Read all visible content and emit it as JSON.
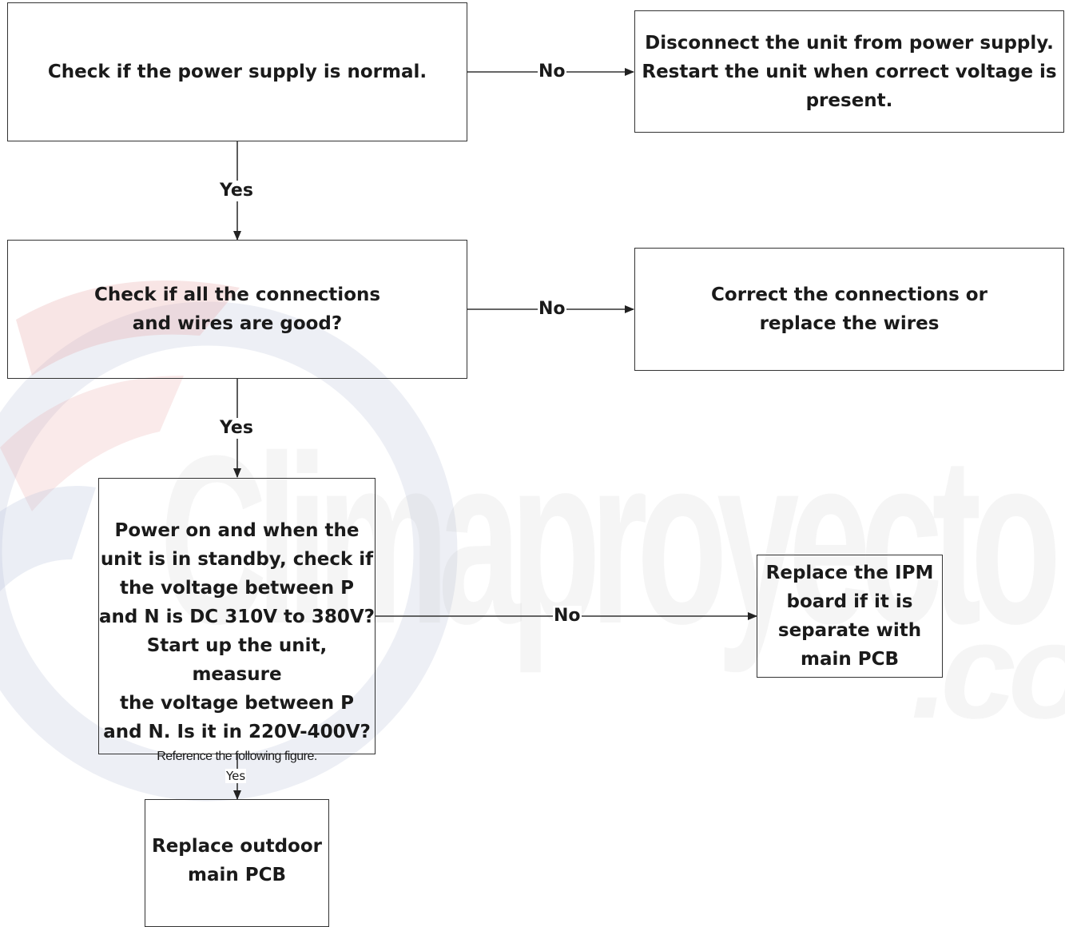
{
  "nodes": {
    "power_check": "Check if the power supply is normal.",
    "disconnect": [
      "Disconnect the unit from power supply.",
      "Restart the unit when correct voltage is",
      "present."
    ],
    "connections_check": [
      "Check if all the connections",
      "and wires are good?"
    ],
    "correct_connections": [
      "Correct the connections or",
      "replace the wires"
    ],
    "voltage_check": [
      "Power on and when the",
      "unit is in standby, check if",
      "the voltage  between P",
      "and N is DC 310V to 380V?",
      "Start up the unit, measure",
      "the voltage between P",
      "and N. Is it in 220V-400V?"
    ],
    "voltage_reference": "Reference the following figure.",
    "replace_ipm": [
      "Replace the IPM",
      "board if it is",
      "separate with",
      "main PCB"
    ],
    "replace_pcb": [
      "Replace outdoor",
      "main PCB"
    ]
  },
  "edges": {
    "power_no": "No",
    "power_yes": "Yes",
    "connections_no": "No",
    "connections_yes": "Yes",
    "voltage_no": "No",
    "voltage_yes": "Yes"
  },
  "watermark": {
    "text": "Climaproyecto",
    "suffix": ".co"
  }
}
